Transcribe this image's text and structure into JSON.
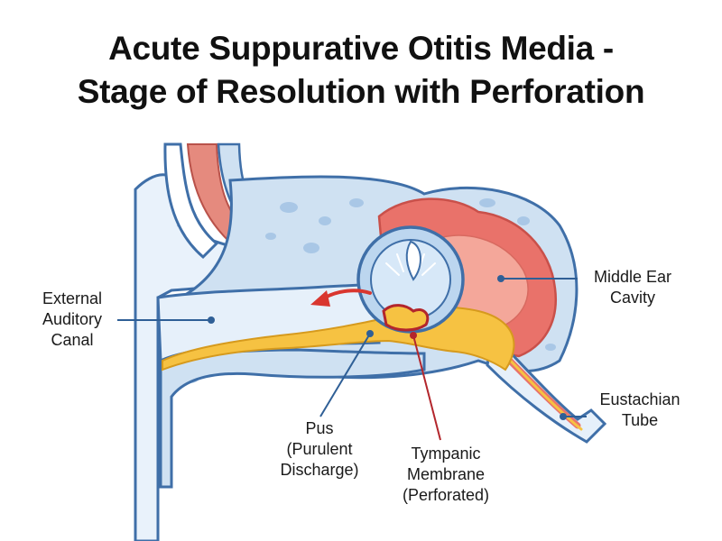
{
  "title": {
    "line1": "Acute Suppurative Otitis Media -",
    "line2": "Stage of Resolution with Perforation"
  },
  "labels": {
    "external_canal": [
      "External",
      "Auditory",
      "Canal"
    ],
    "middle_ear": [
      "Middle Ear",
      "Cavity"
    ],
    "eustachian": [
      "Eustachian",
      "Tube"
    ],
    "pus": [
      "Pus",
      "(Purulent",
      "Discharge)"
    ],
    "tympanic": [
      "Tympanic",
      "Membrane",
      "(Perforated)"
    ]
  },
  "colors": {
    "outline": "#3f6fa8",
    "bone": "#cfe1f2",
    "canal": "#e6f0fa",
    "pus": "#f6c242",
    "inflamed": "#e9726a",
    "inflamed_light": "#f4a79a",
    "muscle": "#e58a7e",
    "leader_blue": "#2f5f96",
    "leader_red": "#b3262c",
    "arrow": "#d9362f"
  }
}
